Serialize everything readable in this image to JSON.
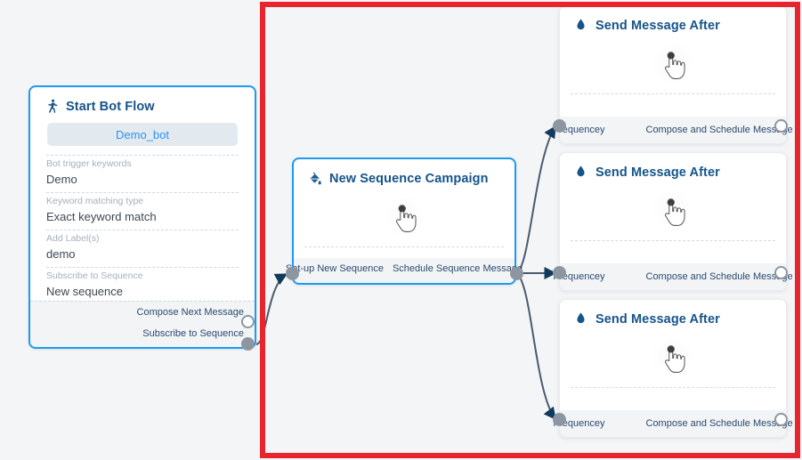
{
  "canvas": {
    "background_color": "#f4f5f7",
    "highlight_border_color": "#e8242c"
  },
  "nodes": {
    "start_bot_flow": {
      "title": "Start Bot Flow",
      "icon": "running-person-icon",
      "selected": true,
      "bot_pill_label": "Demo_bot",
      "fields": [
        {
          "label": "Bot trigger keywords",
          "value": "Demo"
        },
        {
          "label": "Keyword matching type",
          "value": "Exact keyword match"
        },
        {
          "label": "Add Label(s)",
          "value": "demo"
        },
        {
          "label": "Subscribe to Sequence",
          "value": "New sequence"
        }
      ],
      "outputs": [
        {
          "label": "Compose Next Message",
          "port": "hollow"
        },
        {
          "label": "Subscribe to Sequence",
          "port": "filled"
        }
      ]
    },
    "new_sequence_campaign": {
      "title": "New Sequence Campaign",
      "icon": "paint-bucket-icon",
      "selected": true,
      "placeholder_icon": "pointing-hand-cursor-icon",
      "input_label": "Set-up New Sequence",
      "output_label": "Schedule Sequence Message",
      "input_port": "filled",
      "output_port": "filled"
    },
    "send_message_cards": [
      {
        "title": "Send Message After",
        "icon": "water-drop-icon",
        "placeholder_icon": "pointing-hand-cursor-icon",
        "input_label": "Frequencey",
        "output_label": "Compose and Schedule Message",
        "input_port": "filled",
        "output_port": "hollow"
      },
      {
        "title": "Send Message After",
        "icon": "water-drop-icon",
        "placeholder_icon": "pointing-hand-cursor-icon",
        "input_label": "Frequencey",
        "output_label": "Compose and Schedule Message",
        "input_port": "filled",
        "output_port": "hollow"
      },
      {
        "title": "Send Message After",
        "icon": "water-drop-icon",
        "placeholder_icon": "pointing-hand-cursor-icon",
        "input_label": "Frequencey",
        "output_label": "Compose and Schedule Message",
        "input_port": "filled",
        "output_port": "hollow"
      }
    ]
  },
  "edges": [
    {
      "from": "start_bot_flow.subscribe_to_sequence",
      "to": "new_sequence_campaign.setup_new_sequence"
    },
    {
      "from": "new_sequence_campaign.schedule_sequence_message",
      "to": "send_message_card_1.frequencey"
    },
    {
      "from": "new_sequence_campaign.schedule_sequence_message",
      "to": "send_message_card_2.frequencey"
    },
    {
      "from": "new_sequence_campaign.schedule_sequence_message",
      "to": "send_message_card_3.frequencey"
    }
  ],
  "colors": {
    "node_selected_border": "#1e9bf0",
    "title_text": "#16548a",
    "port_fill": "#8d96a0",
    "edge_stroke": "#4a5a6e",
    "pill_bg": "#e2eaf0",
    "pill_text": "#2f92f0"
  }
}
